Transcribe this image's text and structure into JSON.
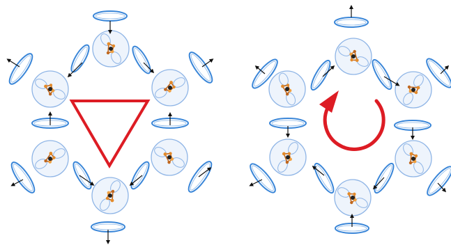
{
  "colors": {
    "ring": "#3a86d8",
    "sphere_outline": "#8fb5e6",
    "sphere_fill": "#eef4fc",
    "arrow": "#111111",
    "symbol": "#dd1c24",
    "molecule": "#c0671e",
    "core": "#222222"
  },
  "panels": [
    {
      "name": "left-arrangement",
      "symbol": "triangle",
      "symbol_icon": "triangle-icon"
    },
    {
      "name": "right-arrangement",
      "symbol": "circular-arrow",
      "symbol_icon": "circular-arrow-icon"
    }
  ]
}
